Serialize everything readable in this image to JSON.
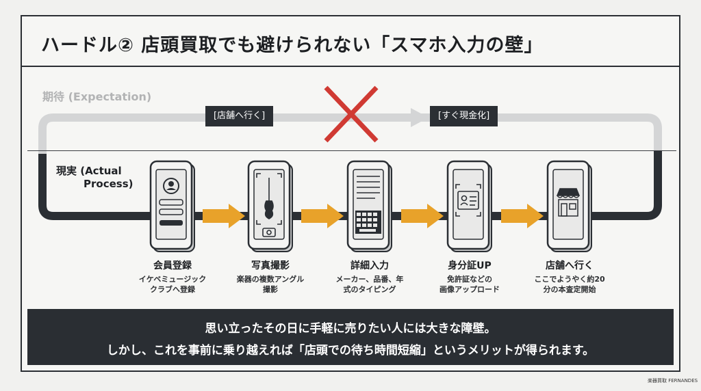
{
  "title": "ハードル② 店頭買取でも避けられない「スマホ入力の壁」",
  "expectation": {
    "label": "期待 (Expectation)",
    "box_left": "[店舗へ行く]",
    "box_right": "[すぐ現金化]"
  },
  "reality": {
    "label_line1": "現実 (Actual",
    "label_line2": "Process)"
  },
  "steps": [
    {
      "title": "会員登録",
      "desc1": "イケベミュージック",
      "desc2": "クラブへ登録",
      "icon": "profile-form-icon"
    },
    {
      "title": "写真撮影",
      "desc1": "楽器の複数アングル",
      "desc2": "撮影",
      "icon": "guitar-camera-icon"
    },
    {
      "title": "詳細入力",
      "desc1": "メーカー、品番、年",
      "desc2": "式のタイピング",
      "icon": "keyboard-form-icon"
    },
    {
      "title": "身分証UP",
      "desc1": "免許証などの",
      "desc2": "画像アップロード",
      "icon": "id-card-icon"
    },
    {
      "title": "店舗へ行く",
      "desc1": "ここでようやく約20",
      "desc2": "分の本査定開始",
      "icon": "storefront-icon"
    }
  ],
  "banner": {
    "line1": "思い立ったその日に手軽に売りたい人には大きな障壁。",
    "line2": "しかし、これを事前に乗り越えれば「店頭での待ち時間短縮」というメリットが得られます。"
  },
  "logo_text": "楽器買取 FERNANDES",
  "colors": {
    "dark": "#2a2e33",
    "accent_orange": "#e8a22a",
    "cross_red": "#d03a33",
    "expectation_gray": "#d3d4d5"
  }
}
